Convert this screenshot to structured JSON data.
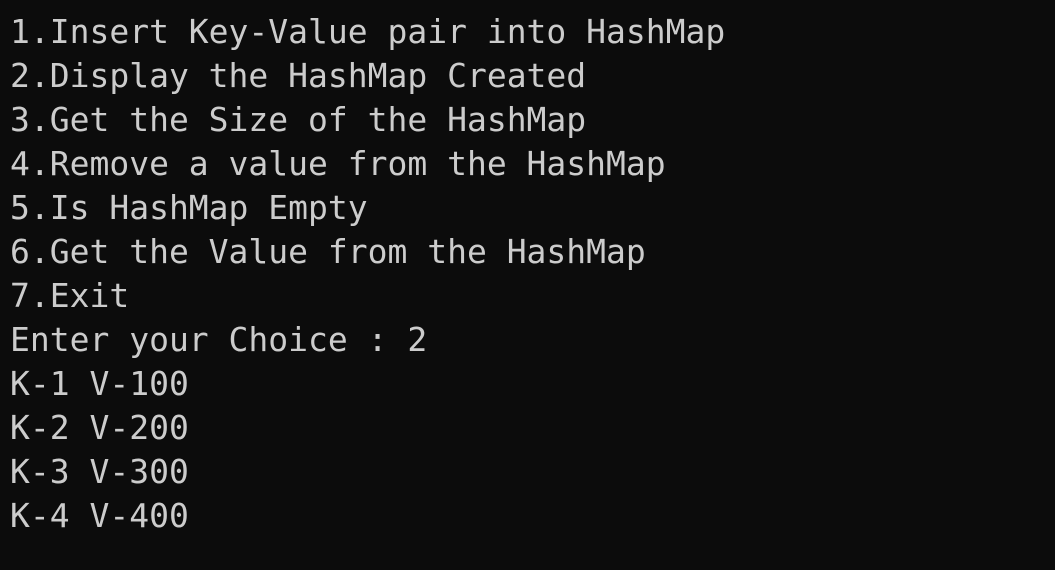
{
  "terminal": {
    "menu": [
      "1.Insert Key-Value pair into HashMap",
      "2.Display the HashMap Created",
      "3.Get the Size of the HashMap",
      "4.Remove a value from the HashMap",
      "5.Is HashMap Empty",
      "6.Get the Value from the HashMap",
      "7.Exit"
    ],
    "prompt": "Enter your Choice : 2",
    "output": [
      "K-1 V-100",
      "K-2 V-200",
      "K-3 V-300",
      "K-4 V-400"
    ],
    "colors": {
      "background": "#0c0c0c",
      "foreground": "#cccccc"
    }
  }
}
